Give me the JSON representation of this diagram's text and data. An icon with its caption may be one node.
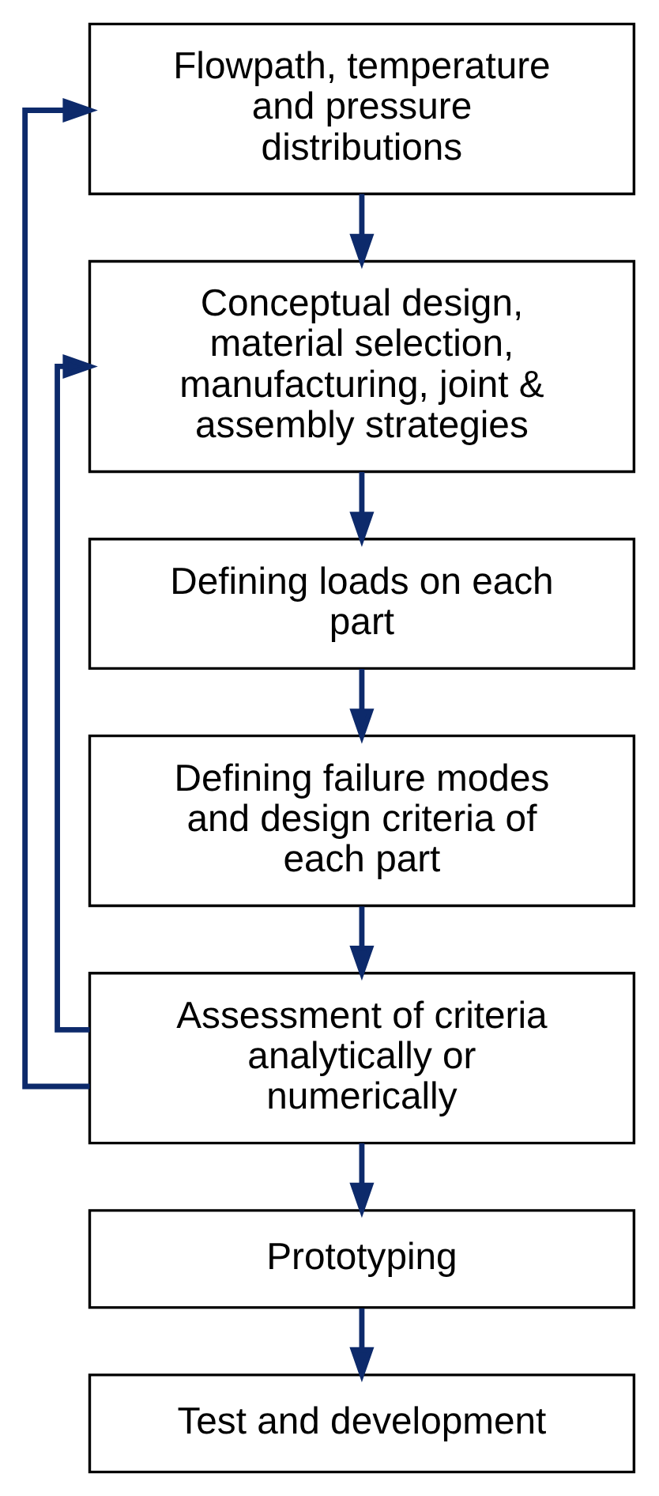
{
  "diagram": {
    "nodes": [
      {
        "text": [
          "Flowpath, temperature and pressure distributions"
        ]
      },
      {
        "text": [
          "Conceptual design, material selection, manufacturing, joint & assembly strategies"
        ]
      },
      {
        "text": [
          "Defining loads on each part"
        ]
      },
      {
        "text": [
          "Defining failure modes and design criteria of each part"
        ]
      },
      {
        "text": [
          "Assessment of criteria analytically or numerically"
        ]
      },
      {
        "text": [
          "Prototyping"
        ]
      },
      {
        "text": [
          "Test and development"
        ]
      }
    ],
    "edges": [
      {
        "from": 0,
        "to": 1,
        "arrow": "to"
      },
      {
        "from": 1,
        "to": 2,
        "arrow": "to"
      },
      {
        "from": 2,
        "to": 3,
        "arrow": "to"
      },
      {
        "from": 3,
        "to": 4,
        "arrow": "to"
      },
      {
        "from": 4,
        "to": 5,
        "arrow": "to"
      },
      {
        "from": 5,
        "to": 6,
        "arrow": "to"
      },
      {
        "from": 4,
        "to": 0,
        "arrow": "to"
      },
      {
        "from": 4,
        "to": 1,
        "arrow": "to"
      }
    ]
  }
}
